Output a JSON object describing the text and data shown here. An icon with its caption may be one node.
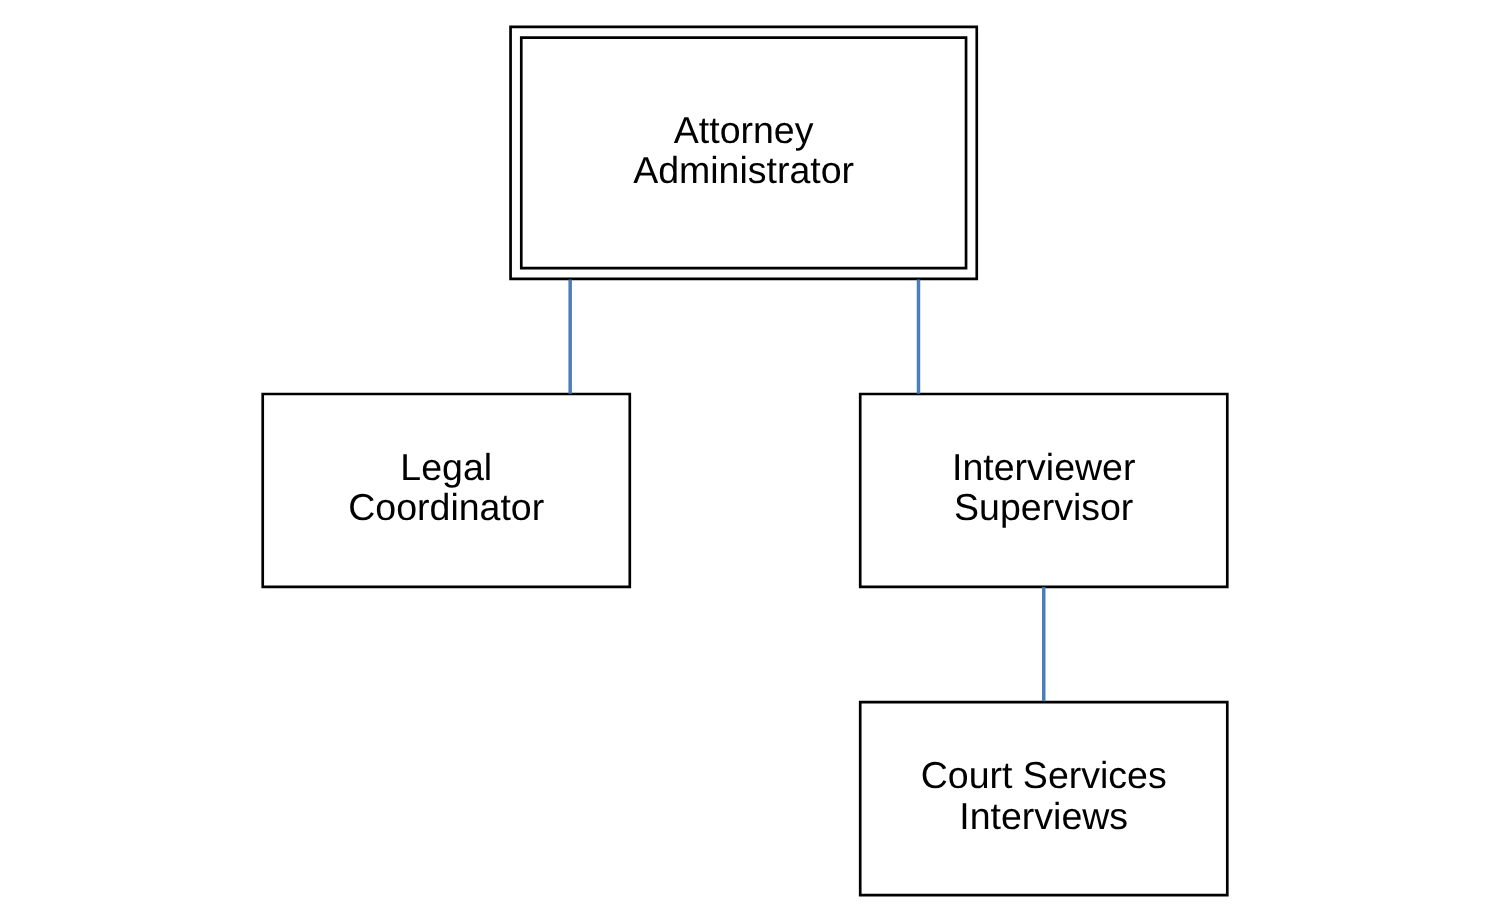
{
  "diagram": {
    "nodes": [
      {
        "text": [
          "Attorney Administrator"
        ]
      },
      {
        "text": [
          "Legal Coordinator"
        ]
      },
      {
        "text": [
          "Interviewer Supervisor"
        ]
      },
      {
        "text": [
          "Court Services Interviews"
        ]
      }
    ],
    "edges": [
      {
        "from": 0,
        "to": 1,
        "arrow": "none"
      },
      {
        "from": 0,
        "to": 2,
        "arrow": "none"
      },
      {
        "from": 2,
        "to": 3,
        "arrow": "none"
      }
    ]
  }
}
